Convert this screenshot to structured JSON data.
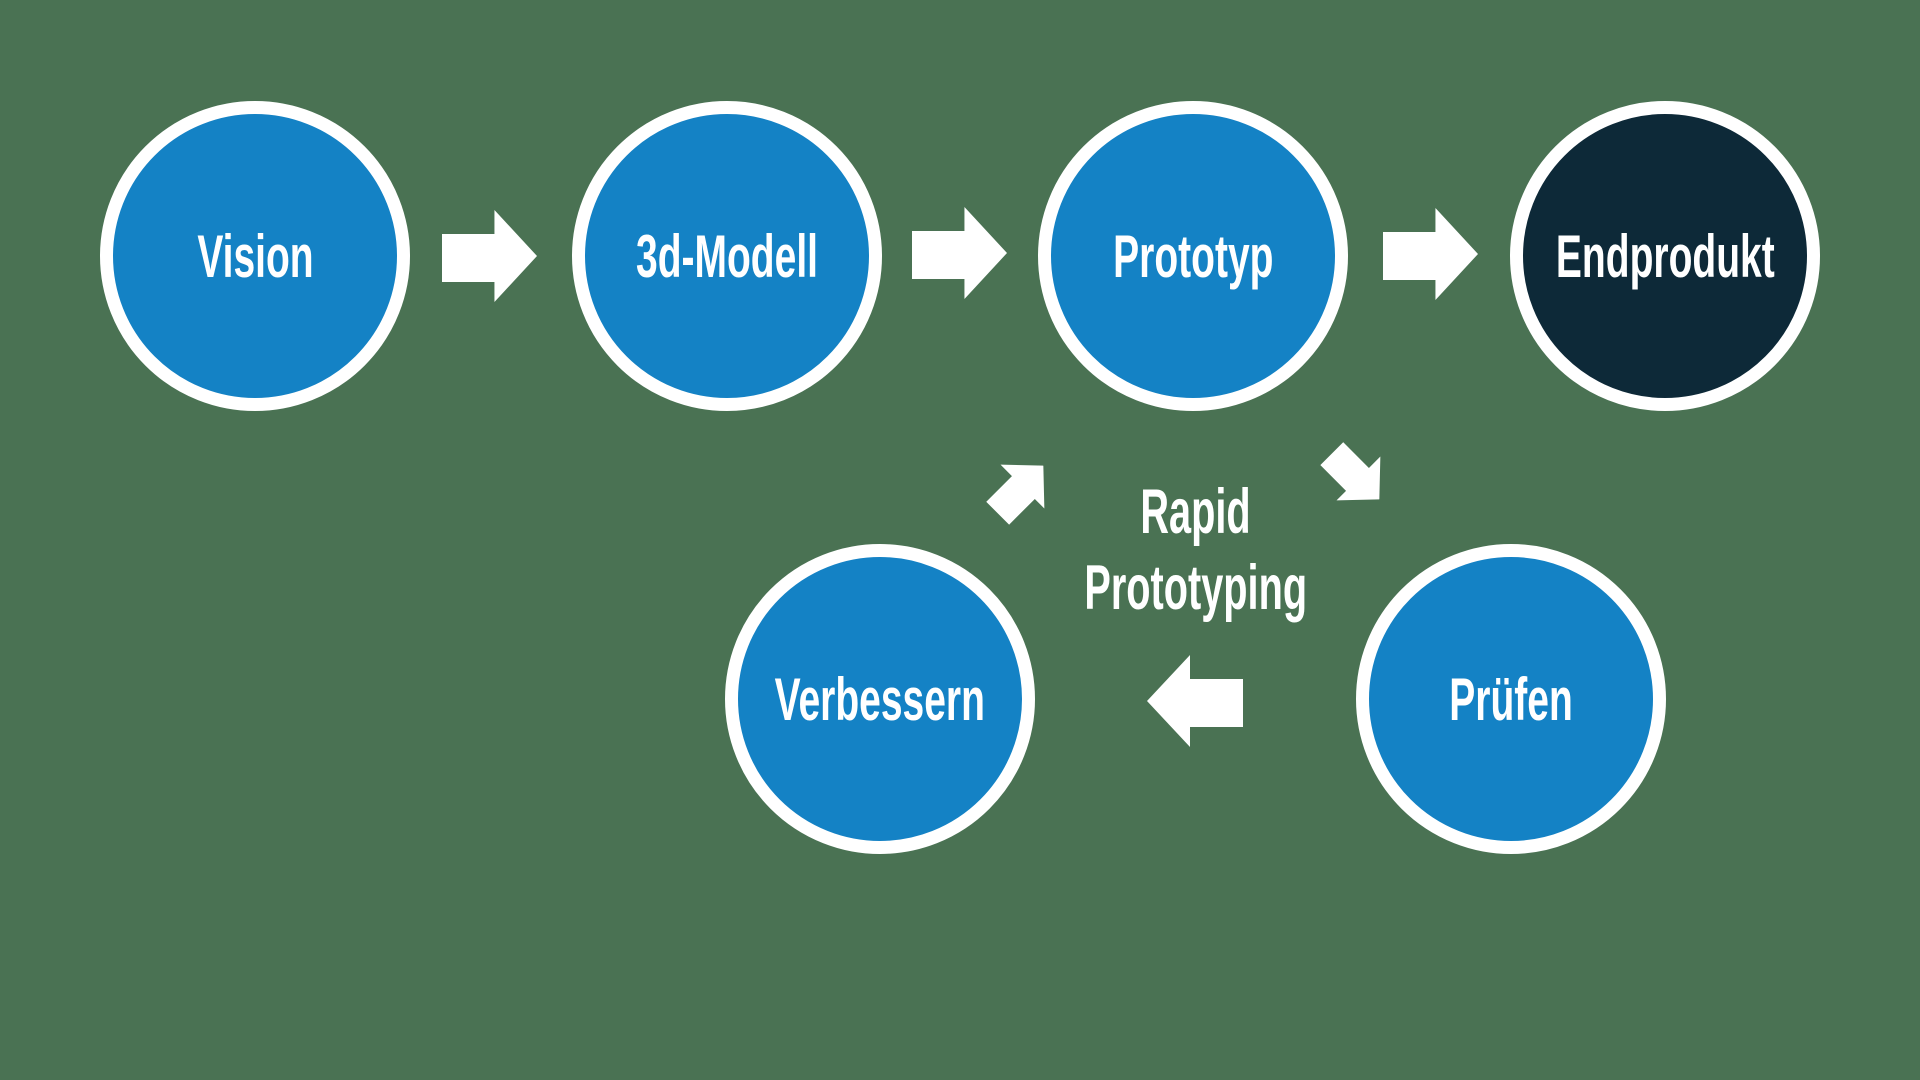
{
  "colors": {
    "background": "#4a7253",
    "node_blue": "#1482c5",
    "node_dark": "#0d2938",
    "arrow": "#ffffff",
    "label_text": "#ffffff"
  },
  "diagram": {
    "nodes": [
      {
        "id": "vision",
        "label": "Vision"
      },
      {
        "id": "modell3d",
        "label": "3d-Modell"
      },
      {
        "id": "prototyp",
        "label": "Prototyp"
      },
      {
        "id": "endprodukt",
        "label": "Endprodukt"
      },
      {
        "id": "verbessern",
        "label": "Verbessern"
      },
      {
        "id": "pruefen",
        "label": "Prüfen"
      }
    ],
    "cycle_label": {
      "line1": "Rapid",
      "line2": "Prototyping"
    }
  }
}
